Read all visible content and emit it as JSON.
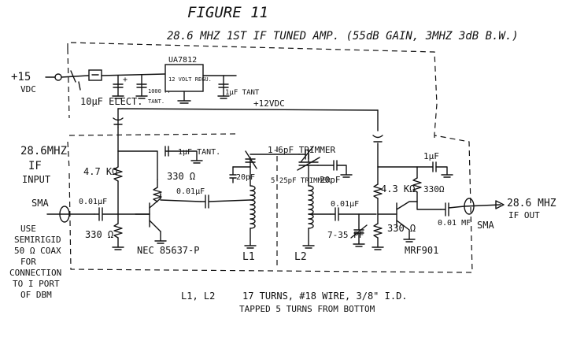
{
  "figure_label": "FIGURE 11",
  "title": "28.6 MHZ 1ST IF TUNED AMP. (55dB GAIN, 3MHZ 3dB B.W.)",
  "power": {
    "input": "+15",
    "input_unit": "VDC",
    "rail": "+12VDC",
    "regulator": {
      "part": "UA7812",
      "label": "12 VOLT REGU."
    }
  },
  "capacitors": {
    "c_supply_1": "+",
    "c_supply_2": "1000 PF",
    "c_supply_2b": "TANT.",
    "c_supply_3": "1μF TANT",
    "c_elect": "10μF ELECT.",
    "c_tant_bias": "1μF TANT.",
    "c_in": "0.01μF",
    "c_couple1": "0.01μF",
    "c_tune1": "20pF",
    "c_trimmer_top": "1-6pF TRIMMER",
    "c_trimmer2": "5-25pF TRIMMER",
    "c_tune2": "20pF",
    "c_couple2": "0.01μF",
    "c_trimmer3": "7-35 PF",
    "c_out_bypass": "1μF",
    "c_out": "0.01 MF"
  },
  "resistors": {
    "r1": "4.7 KΩ",
    "r2": "330 Ω",
    "r3": "330 Ω",
    "r4": "4.3 KΩ",
    "r5": "330Ω",
    "r6": "330 Ω"
  },
  "input_block": {
    "freq": "28.6MHZ",
    "label1": "IF",
    "label2": "INPUT",
    "connector": "SMA",
    "note": [
      "USE",
      "SEMIRIGID",
      "50 Ω COAX",
      "FOR",
      "CONNECTION",
      "TO I PORT",
      "OF DBM"
    ]
  },
  "output_block": {
    "freq": "28.6 MHZ",
    "label": "IF OUT",
    "connector": "SMA"
  },
  "transistors": {
    "q1": "NEC 85637-P",
    "q2": "MRF901"
  },
  "inductors": {
    "l1": "L1",
    "l2": "L2"
  },
  "notes": {
    "coil_ref": "L1, L2",
    "coil_spec": "17 TURNS, #18 WIRE, 3/8\" I.D.",
    "coil_tap": "TAPPED 5 TURNS FROM BOTTOM"
  }
}
